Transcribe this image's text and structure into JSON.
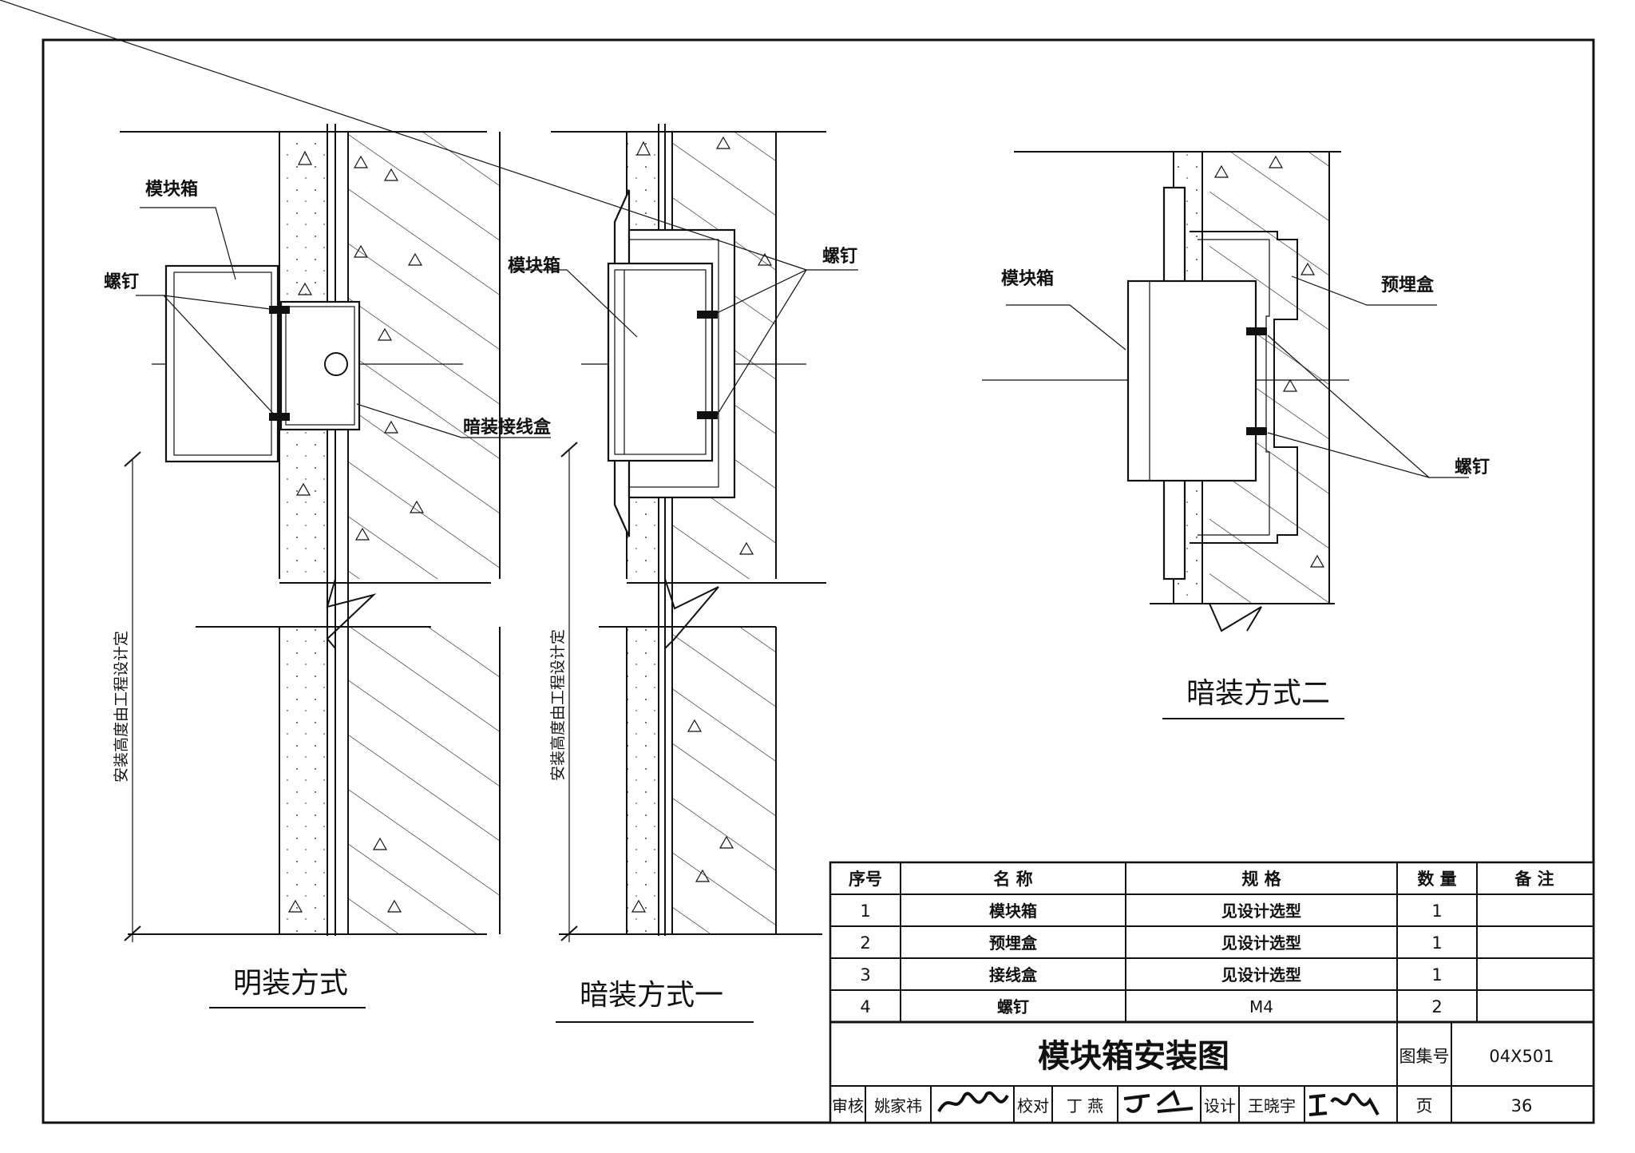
{
  "figure_a": {
    "caption": "明装方式",
    "label_box": "模块箱",
    "label_screw": "螺钉",
    "label_junction": "暗装接线盒",
    "dimension_text": "安装高度由工程设计定"
  },
  "figure_b": {
    "caption": "暗装方式一",
    "label_box": "模块箱",
    "label_screw": "螺钉",
    "dimension_text": "安装高度由工程设计定"
  },
  "figure_c": {
    "caption": "暗装方式二",
    "label_box": "模块箱",
    "label_embedded": "预埋盒",
    "label_screw": "螺钉"
  },
  "table": {
    "headers": [
      "序号",
      "名 称",
      "规 格",
      "数 量",
      "备 注"
    ],
    "rows": [
      [
        "1",
        "模块箱",
        "见设计选型",
        "1",
        ""
      ],
      [
        "2",
        "预埋盒",
        "见设计选型",
        "1",
        ""
      ],
      [
        "3",
        "接线盒",
        "见设计选型",
        "1",
        ""
      ],
      [
        "4",
        "螺钉",
        "M4",
        "2",
        ""
      ]
    ]
  },
  "title_block": {
    "title": "模块箱安装图",
    "atlas_label": "图集号",
    "atlas_number": "04X501",
    "page_label": "页",
    "page_number": "36",
    "review_label": "审核",
    "reviewer": "姚家祎",
    "check_label": "校对",
    "checker": "丁 燕",
    "design_label": "设计",
    "designer": "王晓宇"
  }
}
